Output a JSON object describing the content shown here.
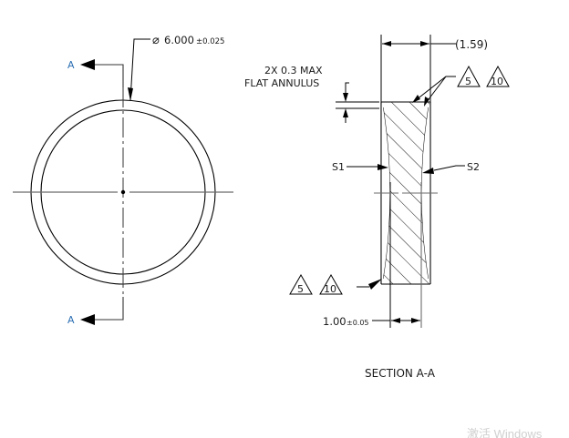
{
  "drawing": {
    "front_view": {
      "diameter_symbol": "⌀",
      "diameter_value": "6.000",
      "diameter_tolerance": "±0.025",
      "section_label_top": "A",
      "section_label_bottom": "A"
    },
    "section_view": {
      "thickness_ref": "(1.59)",
      "flat_annulus_line1": "2X 0.3 MAX",
      "flat_annulus_line2": "FLAT ANNULUS",
      "surface1": "S1",
      "surface2": "S2",
      "surface_finish_top": [
        "5",
        "10"
      ],
      "surface_finish_bottom": [
        "5",
        "10"
      ],
      "center_thickness_value": "1.00",
      "center_thickness_tolerance": "±0.05",
      "title": "SECTION A-A"
    },
    "watermark": "激活 Windows",
    "colors": {
      "line": "#000000",
      "centerline": "#6b6b6b",
      "section_letter": "#2b6fb3",
      "text": "#1a1a1a"
    }
  }
}
